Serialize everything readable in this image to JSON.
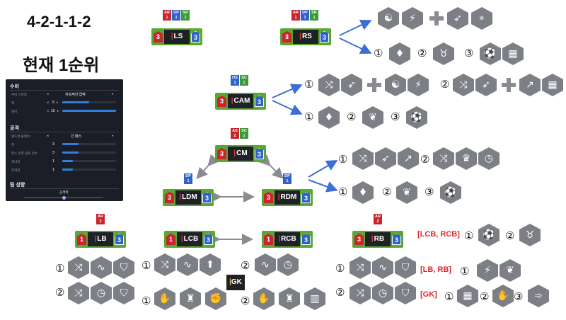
{
  "title": "4-2-1-1-2",
  "rank_label": "현재 1순위",
  "settings_panel": {
    "defense_header": "수비",
    "defense_style_label": "수비 스타일",
    "defense_style_value": "지속적인 압박",
    "width_label": "폭",
    "width_value": "5",
    "depth_label": "깊이",
    "depth_value": "10",
    "attack_header": "공격",
    "buildup_label": "빌드업 플레이",
    "buildup_value": "긴 패스",
    "attack_width_label": "폭",
    "attack_width_value": "3",
    "box_players_label": "박스 안쪽 침투 선수",
    "box_players_value": "3",
    "corner_label": "코너킥",
    "corner_value": "1",
    "freekick_label": "프리킥",
    "freekick_value": "1",
    "team_header": "팀 성향",
    "team_value": "공격적"
  },
  "positions": {
    "ls": {
      "name": "LS",
      "left": "3",
      "right": "3"
    },
    "rs": {
      "name": "RS",
      "left": "3",
      "right": "3"
    },
    "cam": {
      "name": "CAM",
      "left": "3",
      "right": "3"
    },
    "cm": {
      "name": "CM",
      "left": "3",
      "right": "3"
    },
    "ldm": {
      "name": "LDM",
      "left": "3",
      "right": "3"
    },
    "rdm": {
      "name": "RDM",
      "left": "3",
      "right": "3"
    },
    "lb": {
      "name": "LB",
      "left": "1",
      "right": "3"
    },
    "lcb": {
      "name": "LCB",
      "left": "1",
      "right": "3"
    },
    "rcb": {
      "name": "RCB",
      "left": "1",
      "right": "3"
    },
    "rb": {
      "name": "RB",
      "left": "3",
      "right": "3"
    },
    "gk": {
      "name": "GK"
    }
  },
  "badges": {
    "ls": [
      {
        "code": "AR",
        "n": "1",
        "color": "r"
      },
      {
        "code": "DP",
        "n": "1",
        "color": "b"
      },
      {
        "code": "SR",
        "n": "1",
        "color": "g"
      }
    ],
    "rs": [
      {
        "code": "AR",
        "n": "1",
        "color": "r"
      },
      {
        "code": "DP",
        "n": "1",
        "color": "b"
      },
      {
        "code": "SR",
        "n": "1",
        "color": "g"
      }
    ],
    "cam": [
      {
        "code": "DS",
        "n": "1",
        "color": "b"
      },
      {
        "code": "SC",
        "n": "1",
        "color": "g"
      }
    ],
    "cm": [
      {
        "code": "AS",
        "n": "2",
        "color": "r"
      },
      {
        "code": "SC",
        "n": "1",
        "color": "g"
      }
    ],
    "ldm": [
      {
        "code": "DP",
        "n": "1",
        "color": "b"
      }
    ],
    "rdm": [
      {
        "code": "DP",
        "n": "1",
        "color": "b"
      }
    ],
    "lb": [
      {
        "code": "AR",
        "n": "2",
        "color": "r"
      }
    ],
    "rb": [
      {
        "code": "AR",
        "n": "2",
        "color": "r"
      }
    ]
  },
  "markers": {
    "one": "①",
    "two": "②",
    "three": "③"
  },
  "notes": {
    "center_backs": "[LCB, RCB]",
    "full_backs": "[LB, RB]",
    "goalkeeper": "[GK]"
  },
  "colors": {
    "card_green": "#5aa832",
    "rating_red": "#c8262f",
    "rating_blue": "#2f63c8",
    "hex_gray": "#7d7f86",
    "arrow_blue": "#3b6fd4",
    "note_red": "#e3262f"
  },
  "icons": {
    "ls_chain": [
      "meditation-icon",
      "lightning-runner-icon",
      "plus-icon",
      "shooting-icon",
      "marksman-icon"
    ],
    "rs_options": [
      "tie-icon",
      "bull-icon",
      "ball-speed-icon",
      "goal-net-icon"
    ],
    "cam_chain": [
      "dribble-icon",
      "shooting-icon",
      "plus-icon",
      "meditation-icon",
      "lightning-runner-icon"
    ],
    "cam_chain2": [
      "dribble-icon",
      "shooting-icon",
      "plus-icon",
      "pass-icon",
      "goal-net-icon"
    ],
    "cam_options": [
      "tie-icon",
      "lungs-icon",
      "ball-icon"
    ],
    "rdm_chain": [
      "dribble-icon",
      "shooting-icon",
      "pass-icon",
      "dribble-icon",
      "crown-icon",
      "stopwatch-icon"
    ],
    "rdm_options": [
      "tie-icon",
      "lungs-icon",
      "ball-icon"
    ],
    "lb_row1": [
      "dribble-icon",
      "snake-icon",
      "shield-icon"
    ],
    "lb_row2": [
      "dribble-icon",
      "stopwatch-icon",
      "shield-icon"
    ],
    "lcb_row": [
      "dribble-icon",
      "snake-icon",
      "arrow-up-icon"
    ],
    "rcb_row": [
      "snake-icon",
      "stopwatch-icon"
    ],
    "gk_row1": [
      "glove-icon",
      "tower-icon",
      "glove-hand-icon"
    ],
    "gk_row2": [
      "glove-icon",
      "tower-icon",
      "fence-icon"
    ],
    "rb_cb_options": [
      "ball-speed-icon",
      "bull-icon"
    ],
    "rb_fb_options": [
      "lightning-runner-icon",
      "lungs-icon"
    ],
    "rb_row1": [
      "dribble-icon",
      "snake-icon",
      "shield-icon"
    ],
    "rb_row2": [
      "dribble-icon",
      "stopwatch-icon",
      "shield-icon"
    ],
    "rb_gk_options": [
      "goal-net-icon",
      "glove-icon",
      "sprint-icon"
    ]
  }
}
